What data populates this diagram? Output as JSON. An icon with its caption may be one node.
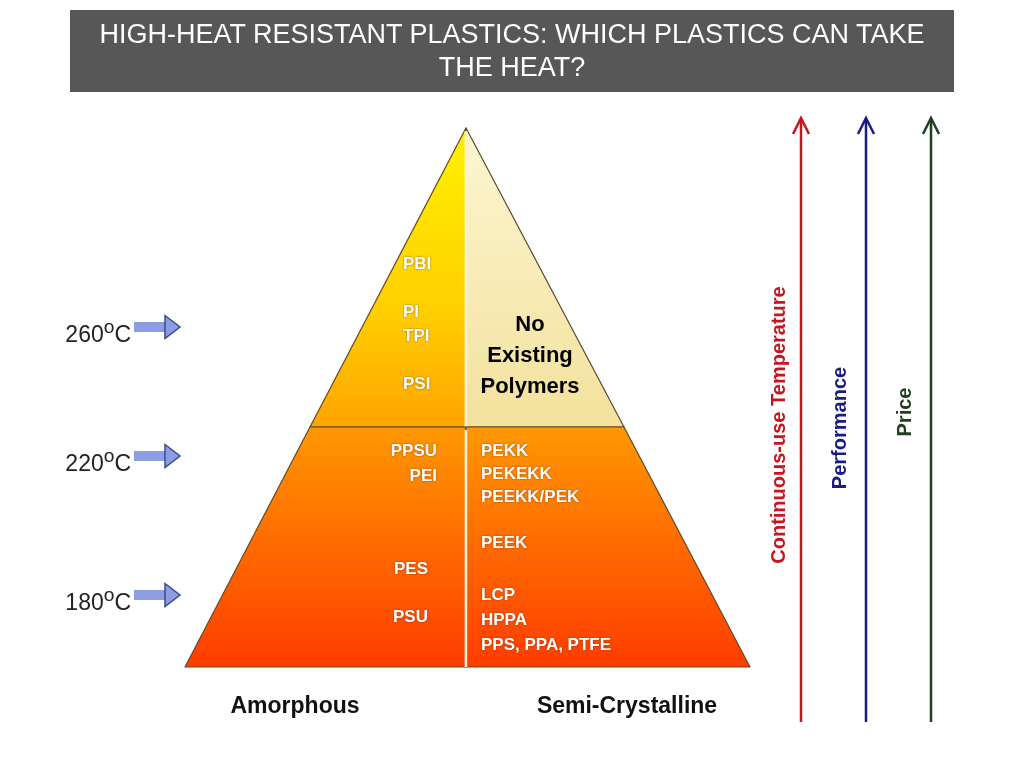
{
  "diagram": {
    "title": "HIGH-HEAT RESISTANT PLASTICS: WHICH PLASTICS CAN TAKE THE HEAT?",
    "nodes": [
      {
        "text": [
          "PBI",
          "PI",
          "TPI",
          "PSI"
        ]
      },
      {
        "text": [
          "No Existing Polymers"
        ]
      },
      {
        "text": [
          "PPSU",
          "PEI",
          "PES",
          "PSU"
        ]
      },
      {
        "text": [
          "PEKK",
          "PEKEKK",
          "PEEKK/PEK",
          "PEEK",
          "LCP",
          "HPPA",
          "PPS, PPA, PTFE"
        ]
      },
      {
        "text": [
          "260$^{o}$C"
        ]
      },
      {
        "text": [
          "220$^{o}$C"
        ]
      },
      {
        "text": [
          "180$^{o}$C"
        ]
      }
    ],
    "edges": [
      {
        "from": 4,
        "to": null,
        "arrow": "to"
      },
      {
        "from": 5,
        "to": null,
        "arrow": "to"
      },
      {
        "from": 6,
        "to": null,
        "arrow": "to"
      }
    ],
    "labels": [
      "Continuous-use Temperature",
      "Performance",
      "Price",
      "Amorphous",
      "Semi-Crystalline"
    ]
  }
}
